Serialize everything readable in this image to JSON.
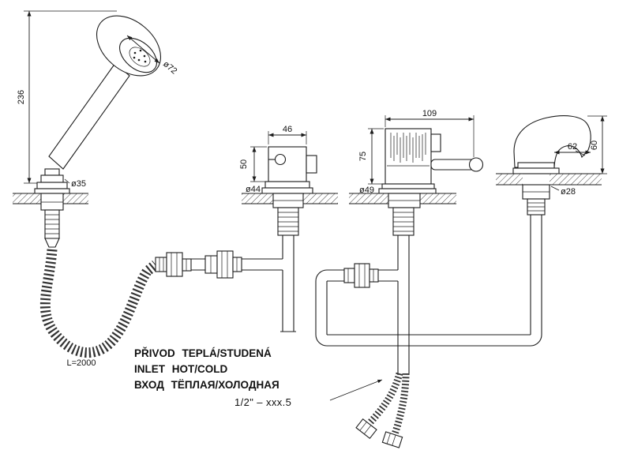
{
  "drawing": {
    "labels": {
      "shower_height": "236",
      "shower_head_dia": "ø72",
      "shower_base_dia": "ø35",
      "hose_length": "L=2000",
      "diverter_width": "46",
      "diverter_height": "50",
      "diverter_base_dia": "ø44",
      "mixer_width": "109",
      "mixer_height": "75",
      "mixer_base_dia": "ø49",
      "spout_reach": "62",
      "spout_height": "60",
      "spout_base_dia": "ø28"
    },
    "notes": {
      "inlet_cs": "PŘIVOD TEPLÁ/STUDENÁ",
      "inlet_en": "INLET HOT/COLD",
      "inlet_ru": "ВХОД ТЁПЛАЯ/ХОЛОДНАЯ",
      "thread_spec": "1/2\" – xxx.5"
    },
    "colors": {
      "line": "#1c1c1c",
      "background": "#ffffff"
    }
  }
}
